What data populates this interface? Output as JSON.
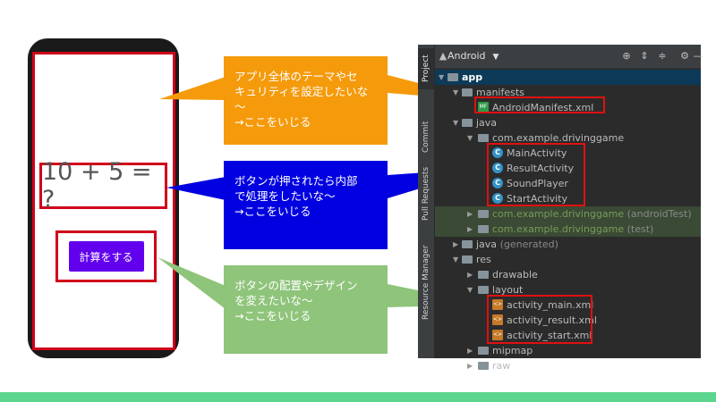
{
  "phone": {
    "equation": "10 + 5 = ?",
    "button_label": "計算をする"
  },
  "callouts": [
    {
      "lines": [
        "アプリ全体のテーマやセ",
        "キュリティを設定したいな",
        "〜",
        "→ここをいじる"
      ],
      "color": "#f59a0b"
    },
    {
      "lines": [
        "ボタンが押されたら内部",
        "で処理をしたいな〜",
        "→ここをいじる"
      ],
      "color": "#0000e0"
    },
    {
      "lines": [
        "ボタンの配置やデザイン",
        "を変えたいな〜",
        "→ここをいじる"
      ],
      "color": "#8fc47b"
    }
  ],
  "ide": {
    "view_mode": "Android",
    "side_tabs": [
      "Project",
      "Commit",
      "Pull Requests",
      "Resource Manager"
    ],
    "toolbar_icons": [
      "locate-icon",
      "expand-all-icon",
      "collapse-all-icon",
      "settings-icon",
      "minimize-icon"
    ],
    "tree": [
      {
        "label": "app",
        "kind": "module",
        "selected": true
      },
      {
        "label": "manifests",
        "kind": "folder"
      },
      {
        "label": "AndroidManifest.xml",
        "kind": "manifest"
      },
      {
        "label": "java",
        "kind": "folder"
      },
      {
        "label": "com.example.drivinggame",
        "kind": "package"
      },
      {
        "label": "MainActivity",
        "kind": "class"
      },
      {
        "label": "ResultActivity",
        "kind": "class"
      },
      {
        "label": "SoundPlayer",
        "kind": "class"
      },
      {
        "label": "StartActivity",
        "kind": "class"
      },
      {
        "label": "com.example.drivinggame",
        "suffix": "(androidTest)",
        "kind": "package-test"
      },
      {
        "label": "com.example.drivinggame",
        "suffix": "(test)",
        "kind": "package-test"
      },
      {
        "label": "java",
        "suffix": "(generated)",
        "kind": "folder-gen"
      },
      {
        "label": "res",
        "kind": "folder"
      },
      {
        "label": "drawable",
        "kind": "folder"
      },
      {
        "label": "layout",
        "kind": "folder"
      },
      {
        "label": "activity_main.xml",
        "kind": "xml"
      },
      {
        "label": "activity_result.xml",
        "kind": "xml"
      },
      {
        "label": "activity_start.xml",
        "kind": "xml"
      },
      {
        "label": "mipmap",
        "kind": "folder"
      },
      {
        "label": "raw",
        "kind": "folder"
      }
    ]
  },
  "colors": {
    "highlight_red": "#d0021b",
    "bottom_bar": "#5cd68f",
    "button_purple": "#6200ee"
  }
}
